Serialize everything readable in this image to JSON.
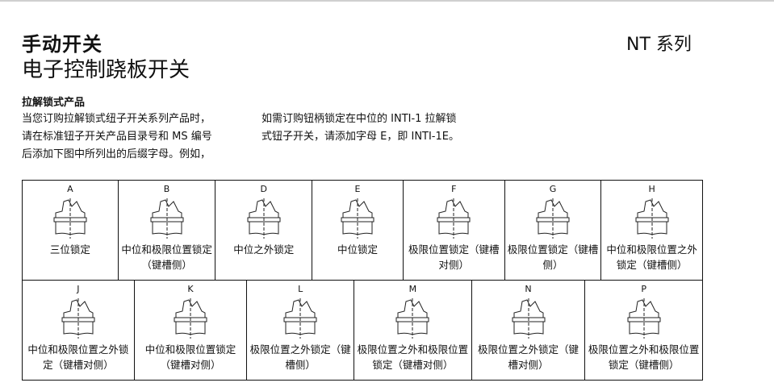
{
  "header": {
    "title_bold": "手动开关",
    "title": "电子控制跷板开关",
    "series": "NT 系列"
  },
  "section": {
    "heading": "拉解锁式产品",
    "para_left": [
      "当您订购拉解锁式纽子开关系列产品时，",
      "请在标准钮子开关产品目录号和 MS 编号",
      "后添加下图中所列出的后缀字母。例如，"
    ],
    "para_right": [
      "如需订购钮柄锁定在中位的 INTI-1 拉解锁",
      "式钮子开关，请添加字母 E，即 INTI-1E。"
    ]
  },
  "row1": [
    {
      "code": "A",
      "label": "三位锁定"
    },
    {
      "code": "B",
      "label": "中位和极限位置锁定（键槽侧）"
    },
    {
      "code": "D",
      "label": "中位之外锁定"
    },
    {
      "code": "E",
      "label": "中位锁定"
    },
    {
      "code": "F",
      "label": "极限位置锁定（键槽对侧）"
    },
    {
      "code": "G",
      "label": "极限位置锁定（键槽侧）"
    },
    {
      "code": "H",
      "label": "中位和极限位置之外锁定（键槽侧）"
    }
  ],
  "row2": [
    {
      "code": "J",
      "label": "中位和极限位置之外锁定（键槽对侧）"
    },
    {
      "code": "K",
      "label": "中位和极限位置锁定（键槽对侧）"
    },
    {
      "code": "L",
      "label": "极限位置之外锁定（键槽侧）"
    },
    {
      "code": "M",
      "label": "极限位置之外和极限位置锁定（键槽对侧）"
    },
    {
      "code": "N",
      "label": "极限位置之外锁定（键槽对侧）"
    },
    {
      "code": "P",
      "label": "极限位置之外和极限位置锁定（键槽侧）"
    }
  ]
}
